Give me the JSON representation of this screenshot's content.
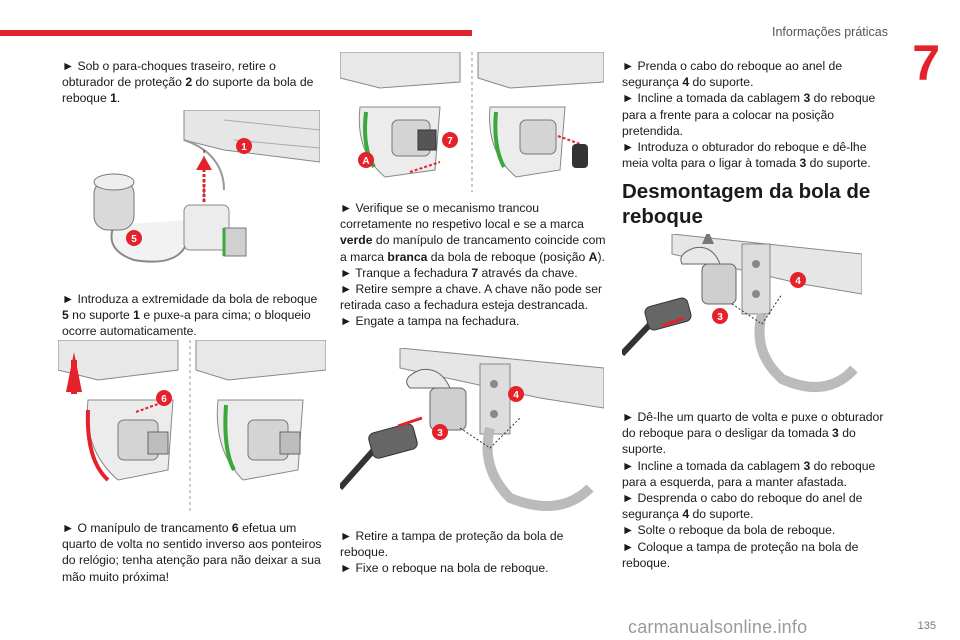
{
  "header": {
    "section_title": "Informações práticas",
    "chapter_number": "7",
    "page_number": "135"
  },
  "watermark": "carmanualsonline.info",
  "col1": {
    "p1": {
      "prefix": "► Sob o para-choques traseiro, retire o obturador de proteção ",
      "b1": "2",
      "mid": " do suporte da bola de reboque ",
      "b2": "1",
      "end": "."
    },
    "p2": {
      "prefix": "► Introduza a extremidade da bola de reboque ",
      "b1": "5",
      "mid": " no suporte ",
      "b2": "1",
      "end": " e puxe-a para cima; o bloqueio ocorre automaticamente."
    },
    "p3": {
      "prefix": "► O manípulo de trancamento ",
      "b1": "6",
      "end": " efetua um quarto de volta no sentido inverso aos ponteiros do relógio; tenha atenção para não deixar a sua mão muito próxima!"
    },
    "fig1": {
      "callout_a": "1",
      "callout_b": "5"
    },
    "fig2": {
      "callout_a": "6"
    }
  },
  "col2": {
    "fig1": {
      "callout_a": "7",
      "callout_b": "A"
    },
    "p1": "► Verifique se o mecanismo trancou corretamente no respetivo local e se a marca ",
    "p1_b1": "verde",
    "p1_mid": " do manípulo de trancamento coincide com a marca ",
    "p1_b2": "branca",
    "p1_mid2": " da bola de reboque (posição ",
    "p1_b3": "A",
    "p1_end": ").",
    "p2": {
      "prefix": "► Tranque a fechadura ",
      "b1": "7",
      "end": " através da chave."
    },
    "p3": "► Retire sempre a chave. A chave não pode ser retirada caso a fechadura esteja destrancada.",
    "p4": "► Engate a tampa na fechadura.",
    "fig2": {
      "callout_a": "4",
      "callout_b": "3"
    },
    "p5": "► Retire a tampa de proteção da bola de reboque.",
    "p6": "► Fixe o reboque na bola de reboque."
  },
  "col3": {
    "p1": {
      "prefix": "► Prenda o cabo do reboque ao anel de segurança ",
      "b1": "4",
      "end": " do suporte."
    },
    "p2": {
      "prefix": "► Incline a tomada da cablagem ",
      "b1": "3",
      "end": " do reboque para a frente para a colocar na posição pretendida."
    },
    "p3": {
      "prefix": "► Introduza o obturador do reboque e dê-lhe meia volta para o ligar à tomada ",
      "b1": "3",
      "end": " do suporte."
    },
    "heading": "Desmontagem da bola de reboque",
    "fig": {
      "callout_a": "4",
      "callout_b": "3"
    },
    "p4": {
      "prefix": "► Dê-lhe um quarto de volta e puxe o obturador do reboque para o desligar da tomada ",
      "b1": "3",
      "end": " do suporte."
    },
    "p5": {
      "prefix": "► Incline a tomada da cablagem ",
      "b1": "3",
      "end": " do reboque para a esquerda, para a manter afastada."
    },
    "p6": {
      "prefix": "► Desprenda o cabo do reboque do anel de segurança ",
      "b1": "4",
      "end": " do suporte."
    },
    "p7": "► Solte o reboque da bola de reboque.",
    "p8": "► Coloque a tampa de proteção na bola de reboque."
  },
  "colors": {
    "accent": "#e4222b",
    "green_mark": "#3aa83a"
  }
}
